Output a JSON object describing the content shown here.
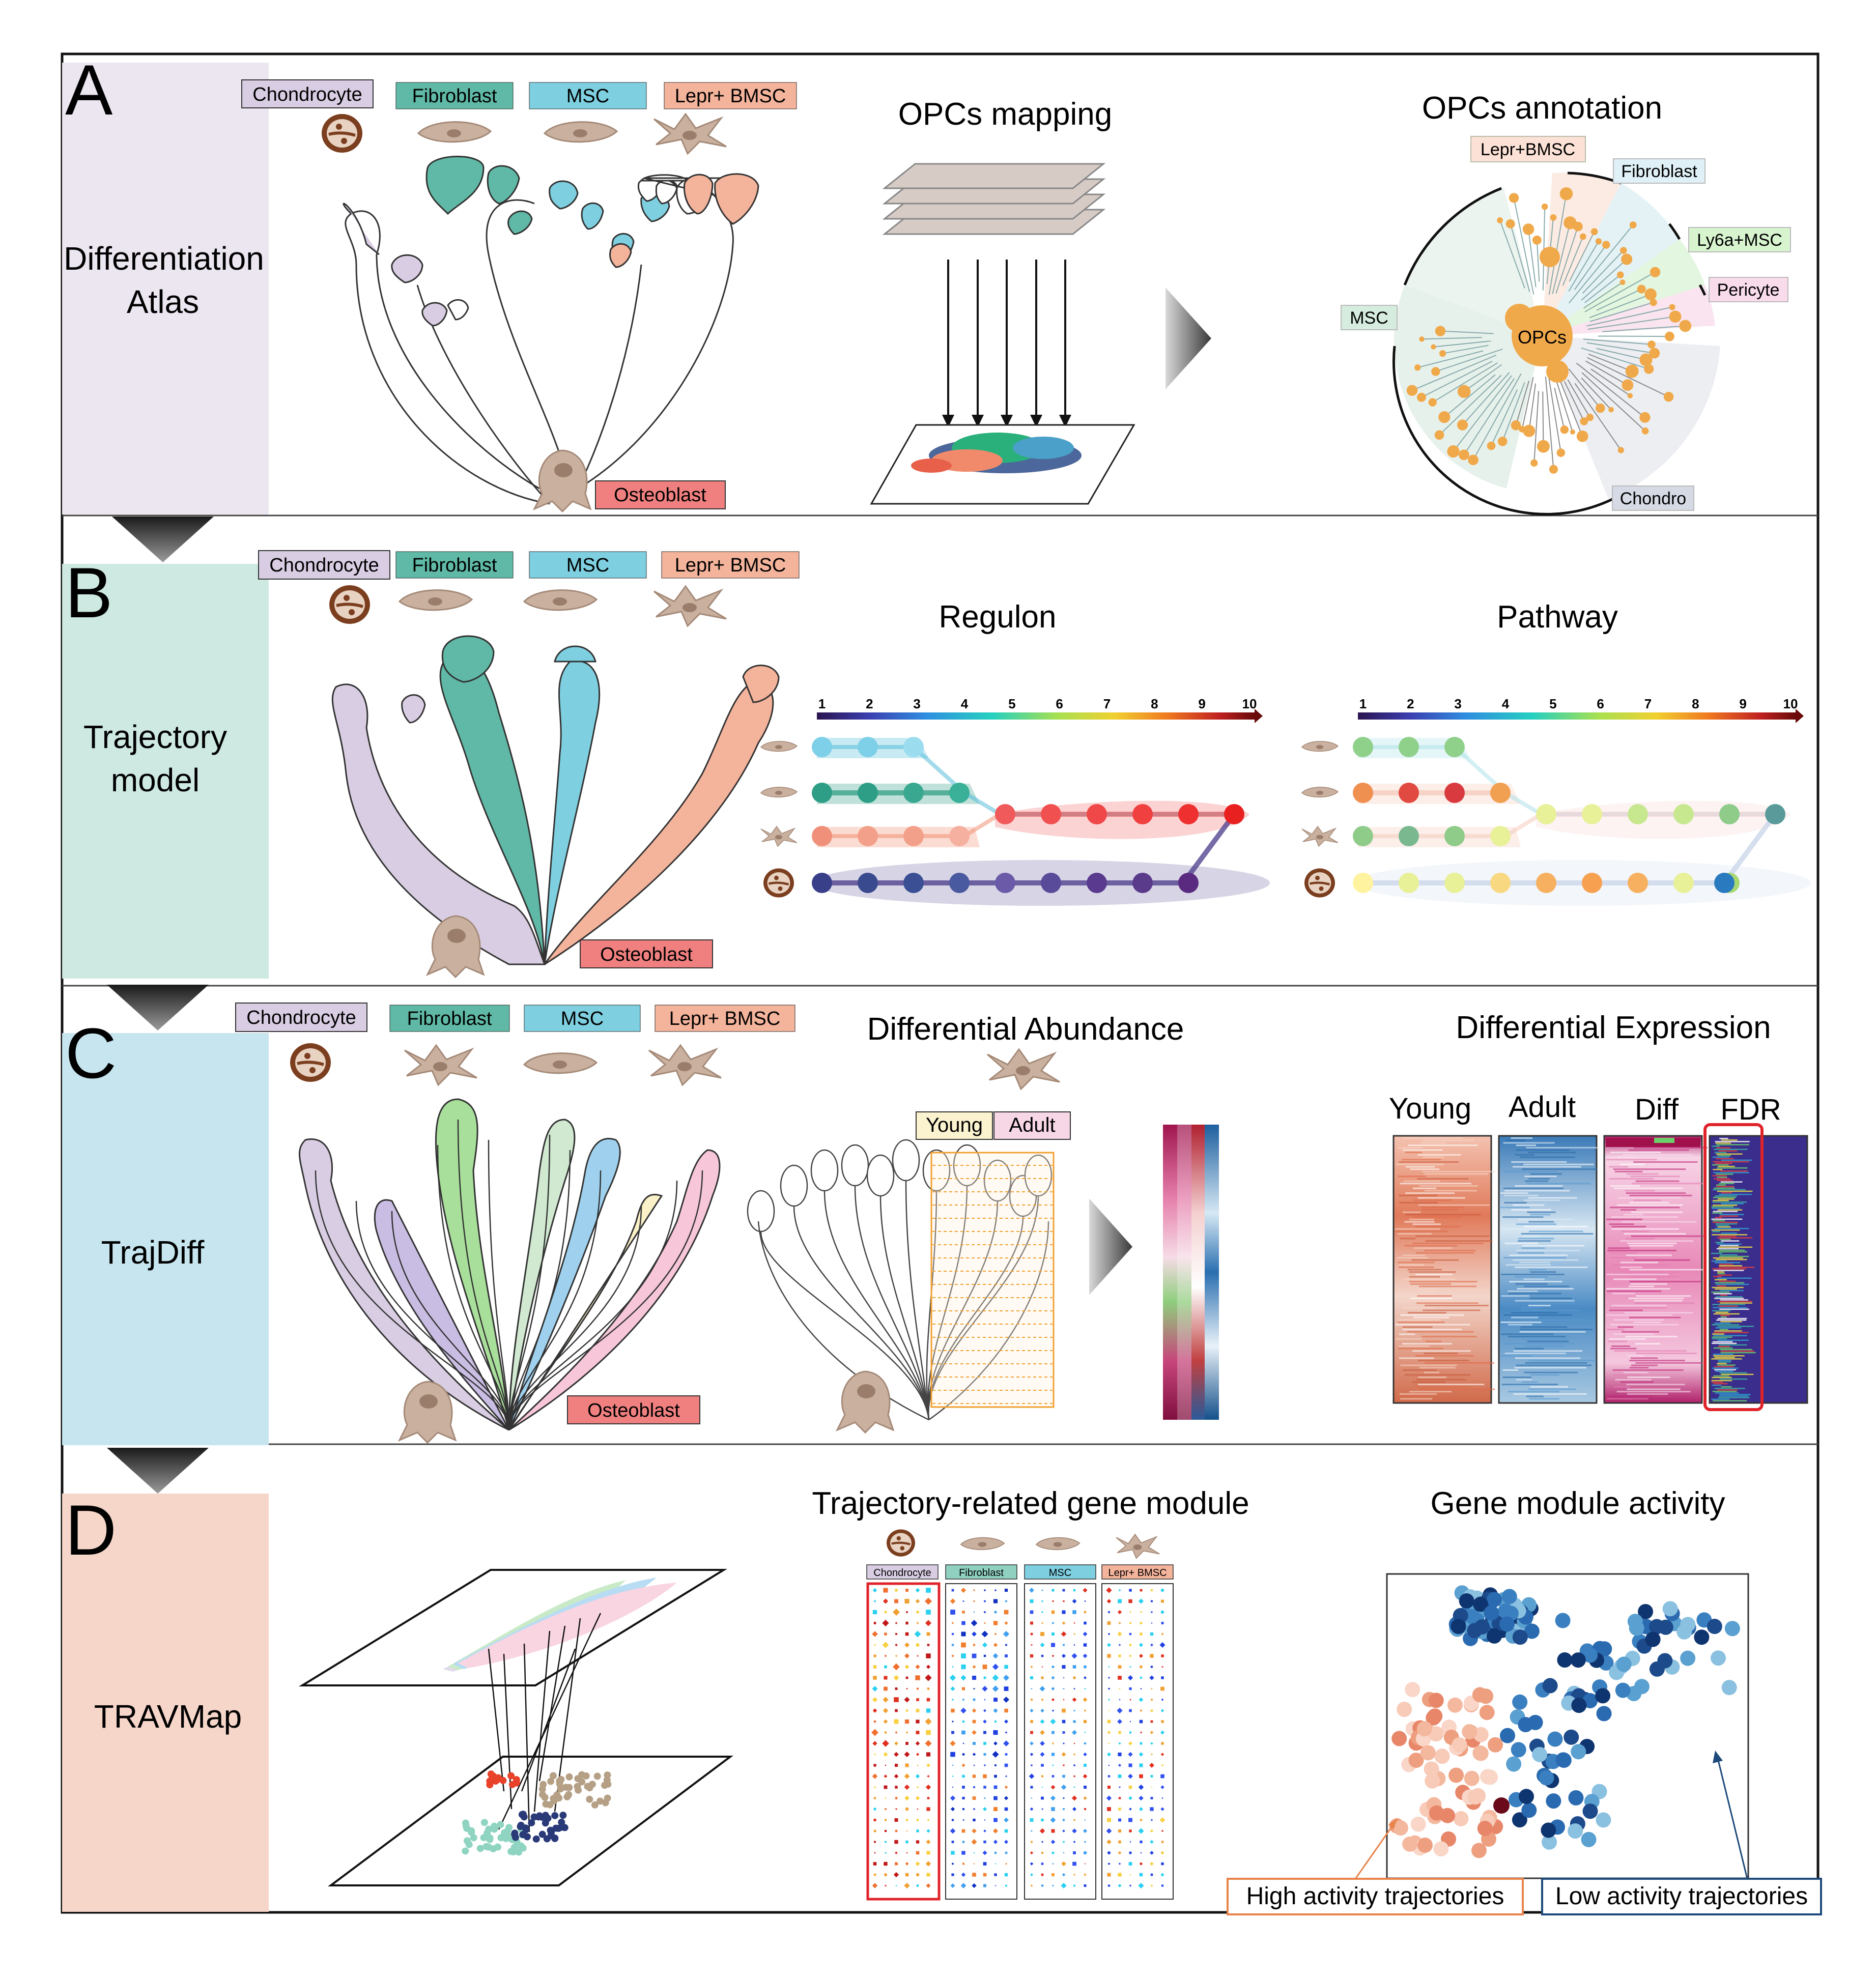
{
  "panels": {
    "A": {
      "letter": "A",
      "side_label": [
        "Differentiation",
        "Atlas"
      ],
      "cell_types": [
        "Chondrocyte",
        "Fibroblast",
        "MSC",
        "Lepr+ BMSC"
      ],
      "endpoint": "Osteoblast",
      "mapping_title": "OPCs mapping",
      "annotation_title": "OPCs annotation",
      "annotation_labels": {
        "lepr": "Lepr+BMSC",
        "fibro": "Fibroblast",
        "ly6a": "Ly6a+MSC",
        "peri": "Pericyte",
        "msc": "MSC",
        "chondro": "Chondro",
        "center": "OPCs"
      }
    },
    "B": {
      "letter": "B",
      "side_label": [
        "Trajectory",
        "model"
      ],
      "cell_types": [
        "Chondrocyte",
        "Fibroblast",
        "MSC",
        "Lepr+ BMSC"
      ],
      "endpoint": "Osteoblast",
      "regulon_title": "Regulon",
      "pathway_title": "Pathway",
      "scale_ticks": [
        "1",
        "2",
        "3",
        "4",
        "5",
        "6",
        "7",
        "8",
        "9",
        "10"
      ]
    },
    "C": {
      "letter": "C",
      "side_label": [
        "TrajDiff"
      ],
      "cell_types": [
        "Chondrocyte",
        "Fibroblast",
        "MSC",
        "Lepr+ BMSC"
      ],
      "endpoint": "Osteoblast",
      "abundance_title": "Differential Abundance",
      "young": "Young",
      "adult": "Adult",
      "expression_title": "Differential Expression",
      "heatmap_cols": [
        "Young",
        "Adult",
        "Diff",
        "FDR"
      ]
    },
    "D": {
      "letter": "D",
      "side_label": [
        "TRAVMap"
      ],
      "module_title": "Trajectory-related gene module",
      "module_cols": [
        "Chondrocyte",
        "Fibroblast",
        "MSC",
        "Lepr+ BMSC"
      ],
      "activity_title": "Gene module activity",
      "high": "High activity trajectories",
      "low": "Low activity trajectories"
    }
  },
  "colors": {
    "chondrocyte": "#d9cde3",
    "fibroblast": "#5fb9a6",
    "msc": "#7ecfe0",
    "lepr": "#f4b39b",
    "osteoblast": "#f08080",
    "cell": "#c9b09f",
    "cell_dark": "#6b3a22",
    "sideA": "#ece6f1",
    "sideB": "#cde9e1",
    "sideC": "#c6e5ef",
    "sideD": "#f7d6ca",
    "opc_orange": "#f0a94a"
  }
}
